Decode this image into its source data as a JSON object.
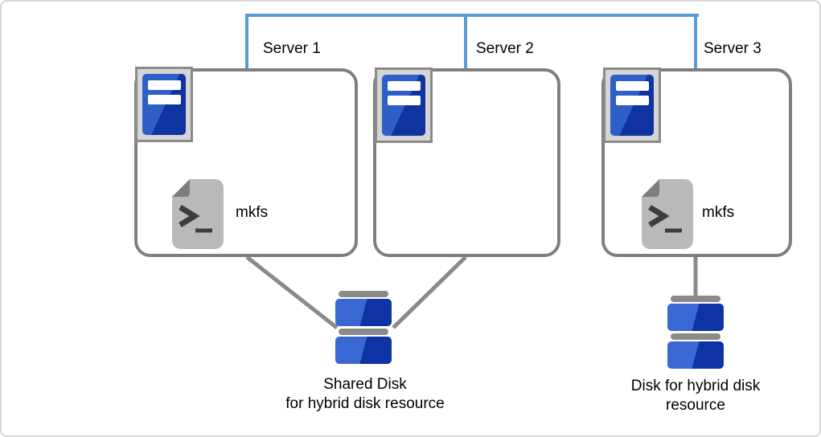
{
  "servers": [
    {
      "label": "Server 1",
      "script_label": "mkfs"
    },
    {
      "label": "Server 2"
    },
    {
      "label": "Server 3",
      "script_label": "mkfs"
    }
  ],
  "disks": {
    "shared": {
      "lines": [
        "Shared Disk",
        "for hybrid disk resource"
      ]
    },
    "hybrid": {
      "lines": [
        "Disk for hybrid disk",
        "resource"
      ]
    }
  },
  "icons": {
    "server": "server-tower-icon",
    "script": "script-file-icon",
    "disk": "disk-stack-icon"
  },
  "colors": {
    "network_line": "#5B9BD5",
    "box_border": "#7f7f7f",
    "connector_gray": "#8a8a8a",
    "server_icon_blue_light": "#2e5fc6",
    "server_icon_blue_dark": "#0f339f",
    "disk_blue_light": "#3a68d2",
    "disk_blue_dark": "#0d33a4",
    "script_icon_body": "#b9b9b9",
    "script_icon_fold": "#7e7e7e",
    "text": "#000000"
  }
}
